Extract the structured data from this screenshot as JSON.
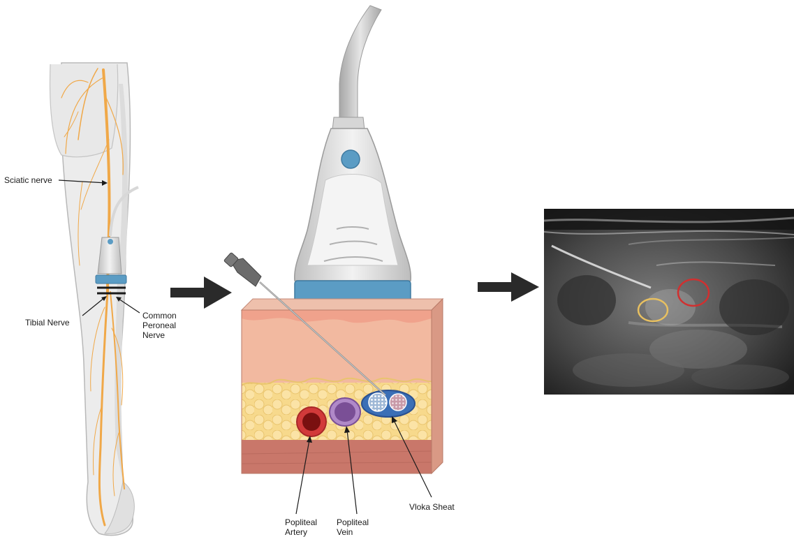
{
  "labels": {
    "sciatic": "Sciatic nerve",
    "tibial": "Tibial Nerve",
    "common_peroneal_1": "Common",
    "common_peroneal_2": "Peroneal",
    "common_peroneal_3": "Nerve",
    "popliteal_artery_1": "Popliteal",
    "popliteal_artery_2": "Artery",
    "popliteal_vein_1": "Popliteal",
    "popliteal_vein_2": "Vein",
    "vloka": "Vloka Sheat"
  },
  "colors": {
    "nerve": "#f0a848",
    "skin_light": "#f2b9a0",
    "skin_dark": "#c9776a",
    "fat": "#f7d98c",
    "artery": "#d23a3a",
    "vein": "#8a5aa8",
    "sheath": "#3b6fb6",
    "probe_blue": "#5b9cc4",
    "yellow_circle": "#e8c060",
    "red_circle": "#d03030"
  }
}
